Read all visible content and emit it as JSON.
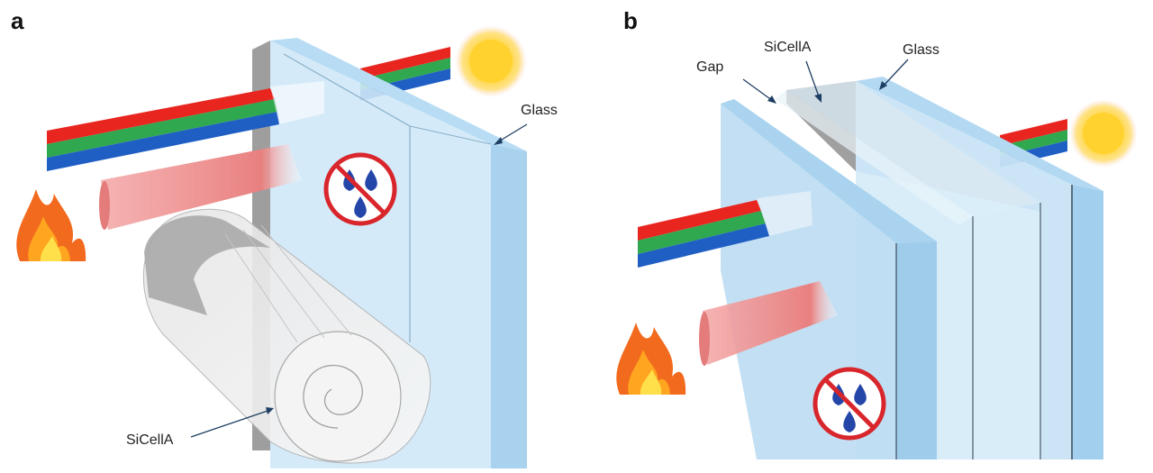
{
  "panel_a": {
    "letter": "a",
    "glass_label": "Glass",
    "sicella_label": "SiCellA",
    "icons": [
      "sun-icon",
      "flame-icon",
      "no-water-icon"
    ]
  },
  "panel_b": {
    "letter": "b",
    "gap_label": "Gap",
    "sicella_label": "SiCellA",
    "glass_label": "Glass",
    "icons": [
      "sun-icon",
      "flame-icon",
      "no-water-icon"
    ]
  },
  "colors": {
    "glass": "#bfe0f5",
    "glass_edge": "#8cc4e8",
    "ray_red": "#e8251f",
    "ray_green": "#2fa84f",
    "ray_blue": "#1f5fc4",
    "heat": "#e98a8a",
    "no_sign": "#d8262c",
    "drop": "#2446a8",
    "sicella_film": "#9e9e9e"
  }
}
